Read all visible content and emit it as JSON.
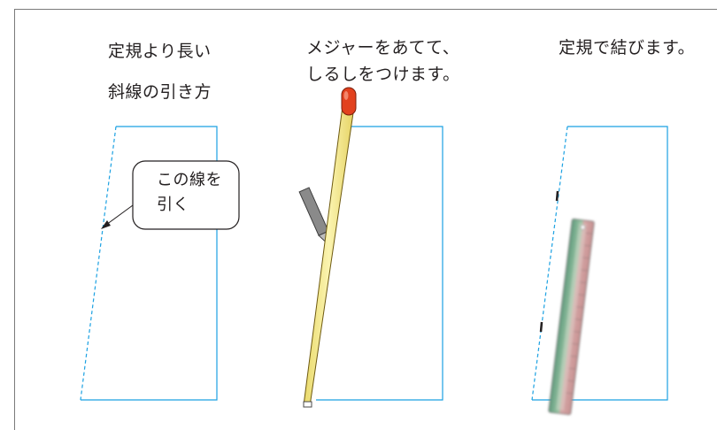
{
  "panel1": {
    "title_line1": "定規より長い",
    "title_line2": "斜線の引き方",
    "bubble_line1": "この線を",
    "bubble_line2": "引く"
  },
  "panel2": {
    "caption_line1": "メジャーをあてて、",
    "caption_line2": "しるしをつけます。"
  },
  "panel3": {
    "caption": "定規で結びます。"
  },
  "colors": {
    "outline_blue": "#1ba1e2",
    "tape_yellow": "#f6ec8c",
    "tape_cap_red": "#e2411e",
    "ruler_green": "#6fa58a",
    "pencil_gray": "#8a8a8a"
  }
}
